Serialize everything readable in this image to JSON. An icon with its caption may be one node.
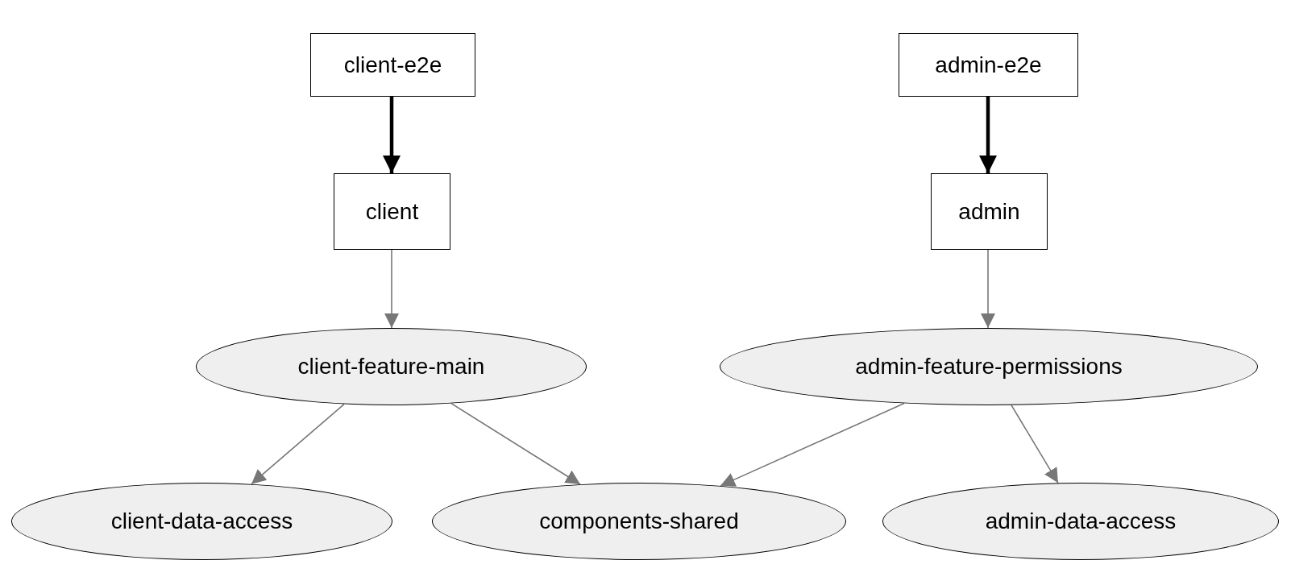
{
  "diagram": {
    "nodes": [
      {
        "text": [
          "client-e2e"
        ]
      },
      {
        "text": [
          "admin-e2e"
        ]
      },
      {
        "text": [
          "client"
        ]
      },
      {
        "text": [
          "admin"
        ]
      },
      {
        "text": [
          "client-feature-main"
        ]
      },
      {
        "text": [
          "admin-feature-permissions"
        ]
      },
      {
        "text": [
          "client-data-access"
        ]
      },
      {
        "text": [
          "components-shared"
        ]
      },
      {
        "text": [
          "admin-data-access"
        ]
      }
    ],
    "edges": [
      {
        "from": 0,
        "to": 2,
        "arrow": "to",
        "style": "thick",
        "color": "#000000"
      },
      {
        "from": 1,
        "to": 3,
        "arrow": "to",
        "style": "thick",
        "color": "#000000"
      },
      {
        "from": 2,
        "to": 4,
        "arrow": "to"
      },
      {
        "from": 3,
        "to": 5,
        "arrow": "to"
      },
      {
        "from": 4,
        "to": 6,
        "arrow": "to"
      },
      {
        "from": 4,
        "to": 7,
        "arrow": "to"
      },
      {
        "from": 5,
        "to": 7,
        "arrow": "to"
      },
      {
        "from": 5,
        "to": 8,
        "arrow": "to"
      }
    ]
  }
}
